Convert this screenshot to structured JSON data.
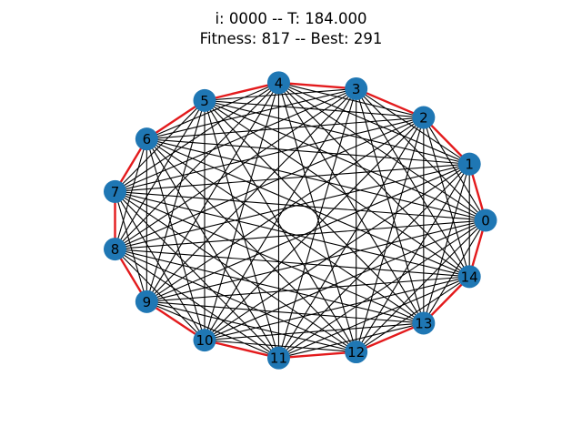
{
  "title": {
    "line1": "i: 0000 -- T: 184.000",
    "line2": "Fitness: 817 -- Best: 291"
  },
  "colors": {
    "node_fill": "#1f77b4",
    "edge": "#000000",
    "tour_edge": "#e31a1c",
    "label": "#000000",
    "background": "#ffffff"
  },
  "graph": {
    "nodes": [
      "0",
      "1",
      "2",
      "3",
      "4",
      "5",
      "6",
      "7",
      "8",
      "9",
      "10",
      "11",
      "12",
      "13",
      "14"
    ],
    "complete": true,
    "tour": [
      0,
      1,
      2,
      3,
      4,
      5,
      6,
      7,
      8,
      9,
      10,
      11,
      12,
      13,
      14,
      0
    ]
  }
}
